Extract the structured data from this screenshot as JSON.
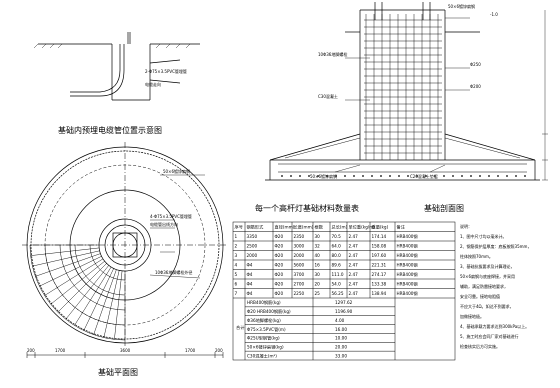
{
  "titles": {
    "conduit": "基础内预埋电缆管位置示意图",
    "plan": "基础平面图",
    "table": "每一个高杆灯基础材料数量表",
    "section": "基础剖面图"
  },
  "conduit_labels": {
    "pipe": "2-Φ75×3.5PVC管埋管",
    "direction": "电缆走向"
  },
  "plan_labels": {
    "ring": "50×6镀锌扁钢",
    "ring_bars": "4-Φ75×3.5PVC管埋管",
    "outlet": "电缆管出线方向",
    "anchor": "10Φ36地脚螺栓外径",
    "dims": [
      "200",
      "1700",
      "3600",
      "1700",
      "200"
    ]
  },
  "section_labels": {
    "top_steel": "50×6镀锌扁钢",
    "ground": "-1.0",
    "anchor": "10Φ36地脚螺栓",
    "concrete_c30": "C30混凝土",
    "ring_steel": "50×6镀锌扁钢",
    "bedding": "C20混凝土垫层",
    "d1": "Φ250",
    "d2": "Φ200"
  },
  "table": {
    "headers": [
      "序号",
      "钢筋形式",
      "直径(mm)",
      "长度(mm)",
      "根数",
      "总长(m)",
      "单位重(kg/m)",
      "重量(kg)",
      "备注"
    ],
    "rows": [
      [
        "1",
        "3350",
        "Φ20",
        "2350",
        "30",
        "70.5",
        "2.47",
        "174.14",
        "HRB400钢"
      ],
      [
        "2",
        "2500",
        "Φ20",
        "3000",
        "32",
        "64.0",
        "2.47",
        "158.08",
        "HRB400钢"
      ],
      [
        "3",
        "2000",
        "Φ20",
        "2000",
        "40",
        "80.0",
        "2.47",
        "197.60",
        "HRB400钢"
      ],
      [
        "4",
        "Φ4",
        "Φ20",
        "5600",
        "16",
        "89.6",
        "2.47",
        "221.31",
        "HRB400钢"
      ],
      [
        "5",
        "Φ4",
        "Φ20",
        "3700",
        "30",
        "111.0",
        "2.47",
        "274.17",
        "HRB400钢"
      ],
      [
        "6",
        "Φ4",
        "Φ20",
        "2700",
        "20",
        "54.0",
        "2.47",
        "133.38",
        "HRB400钢"
      ],
      [
        "7",
        "Φ4",
        "Φ20",
        "2250",
        "25",
        "56.25",
        "2.47",
        "138.94",
        "HRB400钢"
      ]
    ],
    "sub_rows": [
      [
        "HRB400钢筋(kg)",
        "1297.62"
      ],
      [
        "Φ20 HRB400钢筋(kg)",
        "1196.90"
      ],
      [
        "Φ36地脚螺栓(kg)",
        "4.00"
      ],
      [
        "Φ75×3.5PVC管(m)",
        "16.00"
      ],
      [
        "Φ25U型钢管(kg)",
        "10.00"
      ],
      [
        "50×6镀锌扁钢(kg)",
        "20.00"
      ],
      [
        "C30混凝土(m³)",
        "33.00"
      ]
    ],
    "total_label": "合计"
  },
  "notes": [
    "说明：",
    "1、图中尺寸均以毫米计。",
    "2、钢筋保护层厚度：底板按照35mm，",
    "   柱体按照70mm。",
    "3、基础抗拔要求及计算理论，",
    "   50×6扁钢与底座焊接，并采用",
    "   辅助，满足防雷接地要求，",
    "   安全可靠。接地电阻值",
    "   不应大于4Ω。如达不到要求，",
    "   加做接地极。",
    "4、基础承载力要求达到300kPa以上。",
    "5、施工时应会同厂家对基础进行",
    "   检查核实后方可实施。"
  ]
}
